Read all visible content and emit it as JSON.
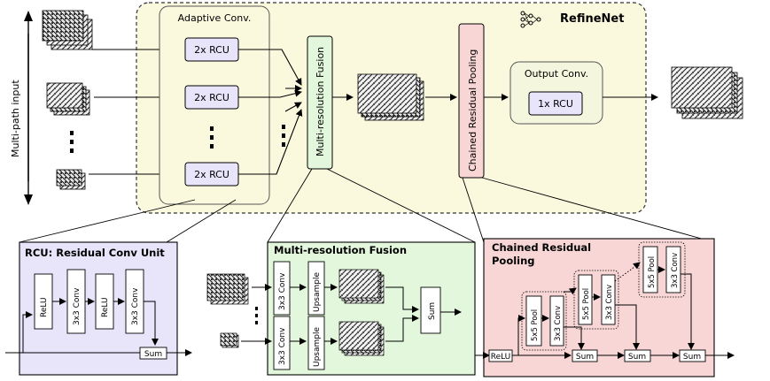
{
  "colors": {
    "refinenet_bg": "#fbf9dd",
    "rcu_bg": "#e8e5fb",
    "mrf_bg": "#e3f7dc",
    "crp_bg": "#f9d6d6",
    "output_bg": "#f4f6dd"
  },
  "top": {
    "multipath_label": "Multi-path input",
    "adaptive_title": "Adaptive Conv.",
    "rcu_block_label": "2x RCU",
    "mrf_block_label": "Multi-resolution Fusion",
    "crp_block_label": "Chained Residual Pooling",
    "output_title": "Output Conv.",
    "output_rcu_label": "1x RCU",
    "refinenet_title": "RefineNet",
    "refinenet_icon": "network-icon"
  },
  "rcu_panel": {
    "title": "RCU: Residual Conv Unit",
    "blocks": [
      "ReLU",
      "3x3 Conv",
      "ReLU",
      "3x3 Conv"
    ],
    "sum_label": "Sum"
  },
  "mrf_panel": {
    "title": "Multi-resolution Fusion",
    "conv_label": "3x3 Conv",
    "upsample_label": "Upsample",
    "sum_label": "Sum"
  },
  "crp_panel": {
    "title_line1": "Chained Residual",
    "title_line2": "Pooling",
    "relu_label": "ReLU",
    "pool_label": "5x5 Pool",
    "conv_label": "3x3 Conv",
    "sum_label": "Sum"
  }
}
